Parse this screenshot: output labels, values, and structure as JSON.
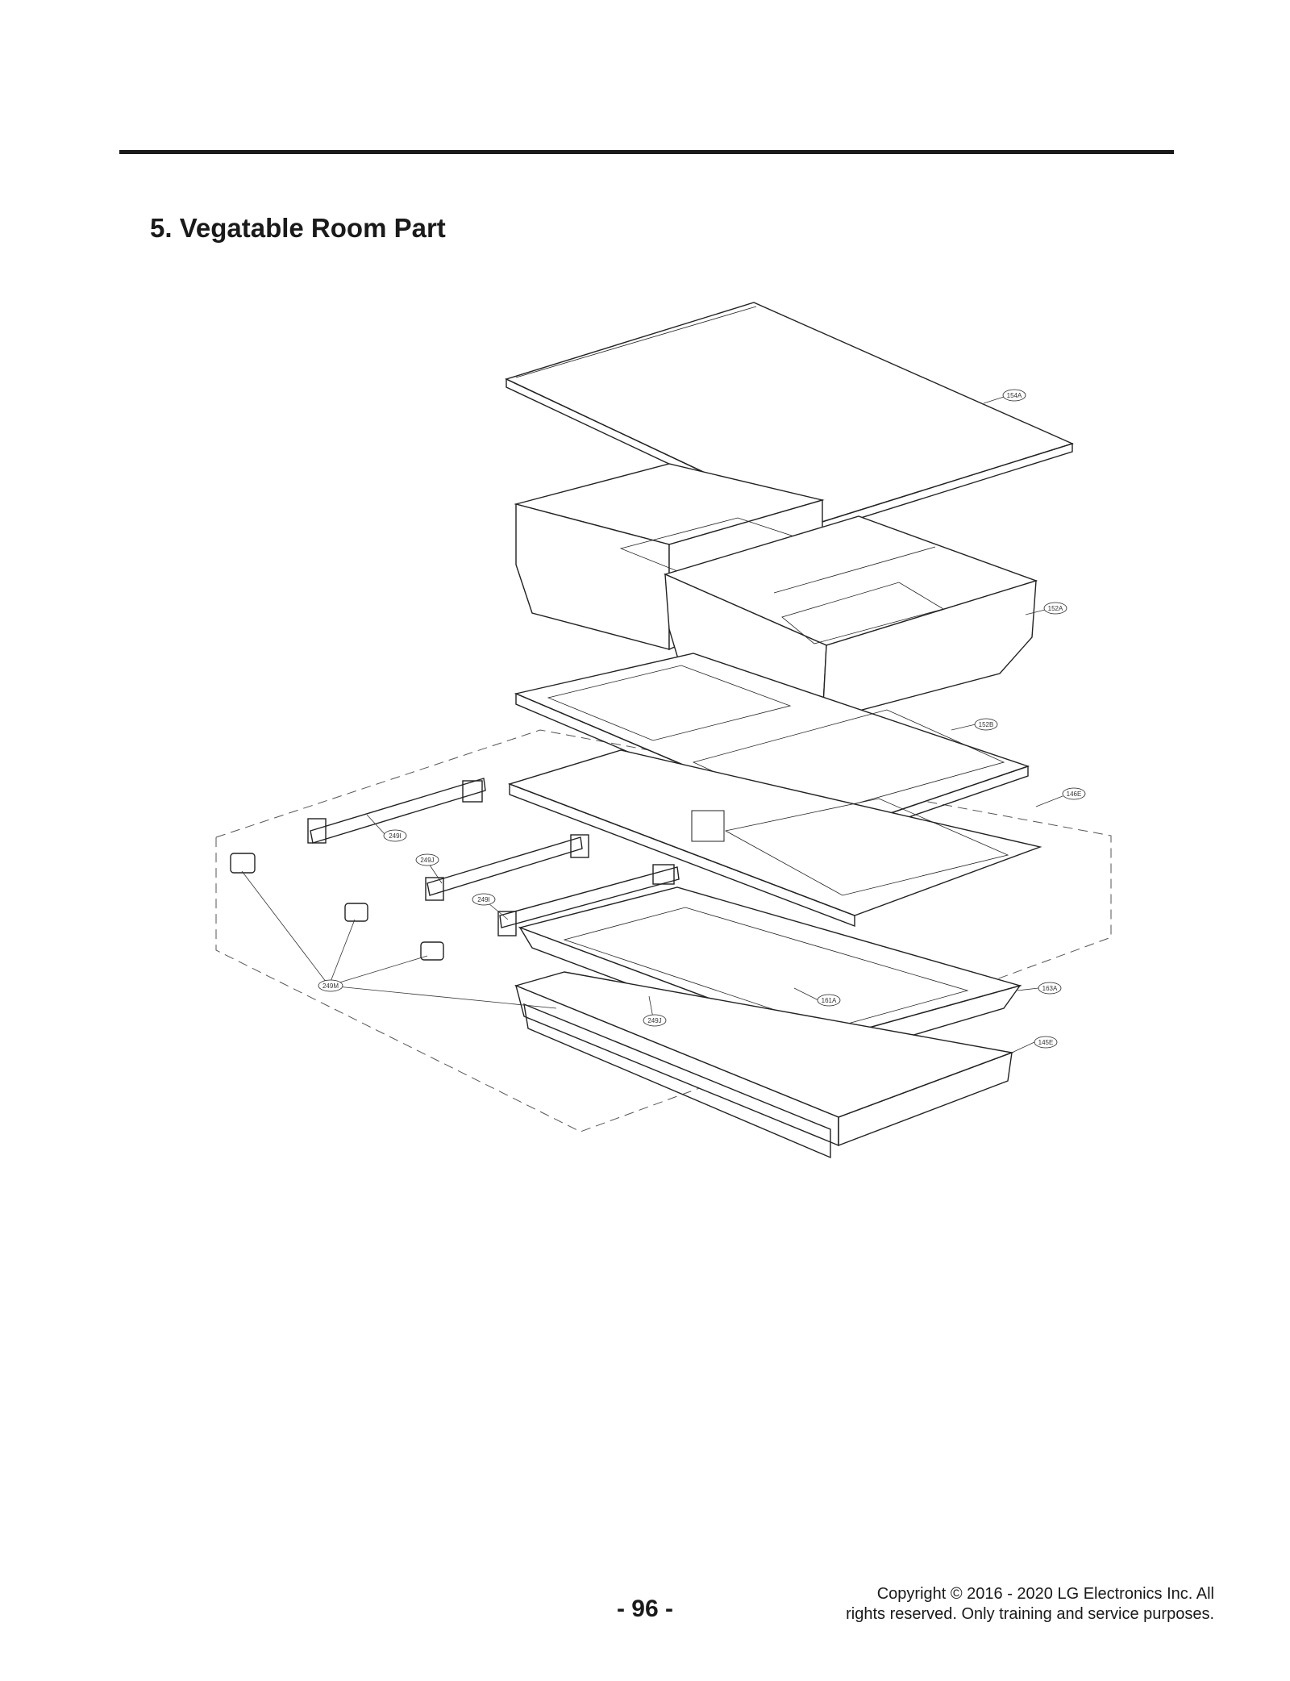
{
  "document": {
    "section_title": "5. Vegatable Room Part",
    "page_number": "- 96 -",
    "copyright_line1": "Copyright © 2016 - 2020 LG Electronics Inc. All",
    "copyright_line2": "rights reserved. Only training and service purposes."
  },
  "diagram": {
    "callouts": [
      {
        "id": "callout-154a",
        "label": "154A"
      },
      {
        "id": "callout-152a",
        "label": "152A"
      },
      {
        "id": "callout-152b",
        "label": "152B"
      },
      {
        "id": "callout-146e",
        "label": "146E"
      },
      {
        "id": "callout-249i-a",
        "label": "249I"
      },
      {
        "id": "callout-249j-a",
        "label": "249J"
      },
      {
        "id": "callout-249i-b",
        "label": "249I"
      },
      {
        "id": "callout-249m",
        "label": "249M"
      },
      {
        "id": "callout-161a",
        "label": "161A"
      },
      {
        "id": "callout-249j-b",
        "label": "249J"
      },
      {
        "id": "callout-163a",
        "label": "163A"
      },
      {
        "id": "callout-145e",
        "label": "145E"
      }
    ]
  }
}
